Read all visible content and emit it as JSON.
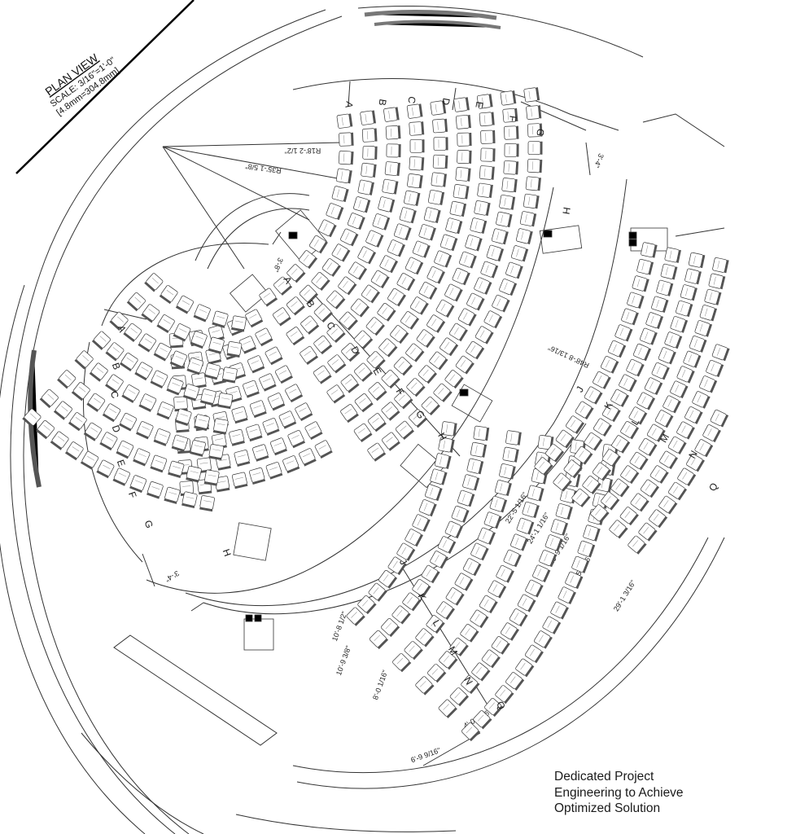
{
  "title_block": {
    "title": "PLAN VIEW",
    "scale": "SCALE: 3/16\"=1'-0\"",
    "metric": "[4.8mm=304.8mm]"
  },
  "dimensions": {
    "r18": "R18'-2 1/2\"",
    "r35": "R35'-1 5/8\"",
    "r48": "R48'-8 13/16\"",
    "d34_top": "3'-4\"",
    "d38": "3'-8\"",
    "d34_left": "3'-4\"",
    "d22": "22'-5 1/16\"",
    "d24": "24'-1 1/16\"",
    "d25": "25'-9 1/16\"",
    "d27": "27'-5 3/16\"",
    "d29": "29'-1 3/16\"",
    "d10": "10'-8 1/2\"",
    "d10b": "10'-9 3/8\"",
    "d8": "8'-0 1/16\"",
    "d6": "6'-9 9/16\"",
    "d4": "4'-0 1/16\""
  },
  "section_upper": {
    "rows": [
      "A",
      "B",
      "C",
      "D",
      "E",
      "F",
      "G",
      "H"
    ]
  },
  "section_middle": {
    "rows": [
      "A",
      "B",
      "C",
      "D",
      "E",
      "F",
      "G",
      "H"
    ]
  },
  "section_left": {
    "rows": [
      "A",
      "B",
      "C",
      "D",
      "E",
      "F",
      "G",
      "H"
    ]
  },
  "section_lower": {
    "rows": [
      "J",
      "K",
      "L",
      "M",
      "N",
      "Q"
    ]
  },
  "section_right": {
    "rows": [
      "J",
      "K",
      "L",
      "M",
      "N",
      "Q"
    ]
  },
  "caption": {
    "line1": "Dedicated Project",
    "line2": "Engineering to Achieve",
    "line3": "Optimized Solution"
  }
}
